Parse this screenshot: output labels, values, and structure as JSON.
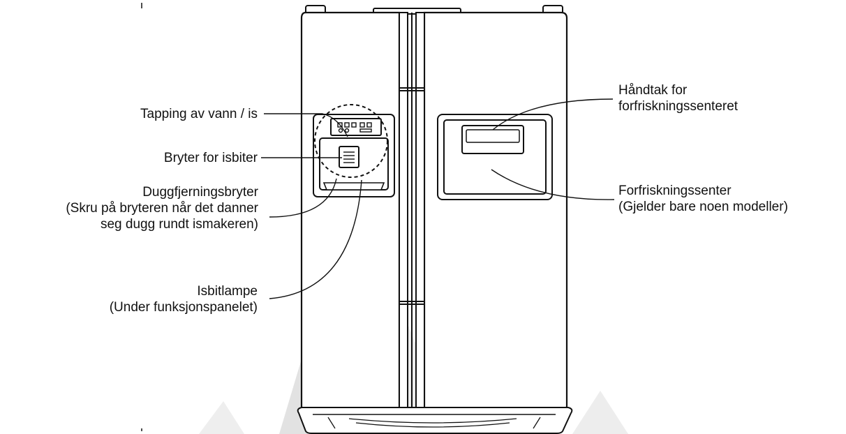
{
  "colors": {
    "ink": "#111111",
    "beam": "#dcdcdc",
    "background": "#ffffff"
  },
  "labels": {
    "water_ice": "Tapping av vann / is",
    "cube_switch": "Bryter for isbiter",
    "defrost": {
      "line1": "Duggfjerningsbryter",
      "line2": "(Skru på bryteren når det danner",
      "line3": "seg dugg rundt ismakeren)"
    },
    "ice_lamp": {
      "line1": "Isbitlampe",
      "line2": "(Under funksjonspanelet)"
    },
    "handle": {
      "line1": "Håndtak for",
      "line2": "forfriskningssenteret"
    },
    "refresh_center": {
      "line1": "Forfriskningssenter",
      "line2": "(Gjelder bare noen modeller)"
    }
  }
}
